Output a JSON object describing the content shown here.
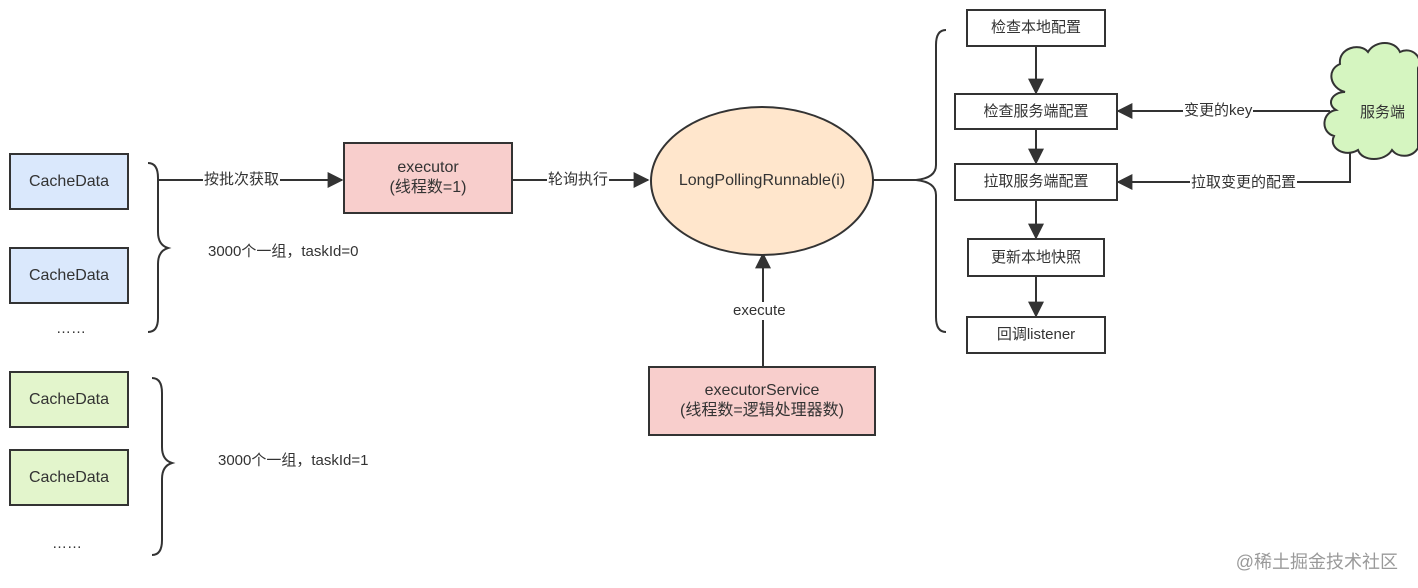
{
  "left_groups": {
    "group0": {
      "items": [
        "CacheData",
        "CacheData"
      ],
      "ellipsis": "……",
      "label": "3000个一组，taskId=0"
    },
    "group1": {
      "items": [
        "CacheData",
        "CacheData"
      ],
      "ellipsis": "……",
      "label": "3000个一组，taskId=1"
    }
  },
  "edges": {
    "batch_fetch": "按批次获取",
    "poll_exec": "轮询执行",
    "execute": "execute",
    "changed_key": "变更的key",
    "pull_changed": "拉取变更的配置"
  },
  "executor": {
    "line1": "executor",
    "line2": "(线程数=1)"
  },
  "executor_service": {
    "line1": "executorService",
    "line2": "(线程数=逻辑处理器数)"
  },
  "long_polling": {
    "label": "LongPollingRunnable(i)"
  },
  "steps": [
    "检查本地配置",
    "检查服务端配置",
    "拉取服务端配置",
    "更新本地快照",
    "回调listener"
  ],
  "server": {
    "label": "服务端"
  },
  "watermark": "@稀土掘金技术社区",
  "colors": {
    "cache_blue": "#dae8fc",
    "cache_green": "#e3f5cc",
    "pink": "#f8cecc",
    "ellipse": "#ffe6cc",
    "cloud": "#d5f5c0"
  }
}
